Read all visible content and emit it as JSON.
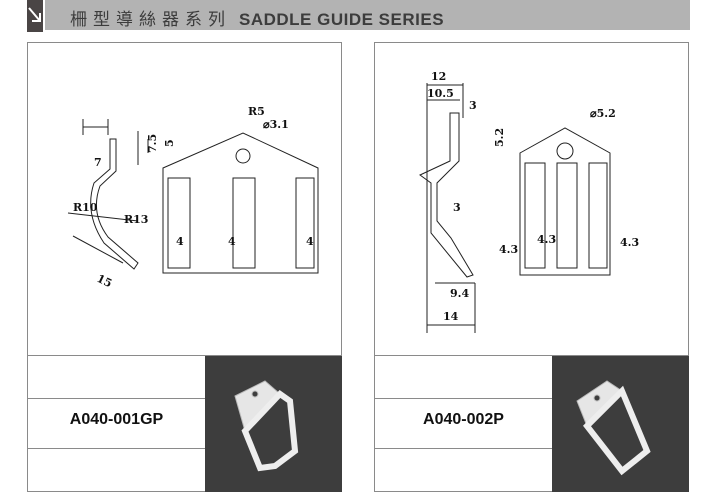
{
  "header": {
    "icon": "arrow-down-right-icon",
    "title_zh": "柵型導絲器系列",
    "title_en": "SADDLE GUIDE SERIES"
  },
  "products": [
    {
      "code": "A040-001GP",
      "dimensions": {
        "r5": "R5",
        "dia": "⌀3.1",
        "h75": "7.5",
        "h5": "5",
        "w7": "7",
        "r10": "R10",
        "r13": "R13",
        "len15": "15",
        "g1": "4",
        "g2": "4",
        "g3": "4"
      }
    },
    {
      "code": "A040-002P",
      "dimensions": {
        "w12": "12",
        "w105": "10.5",
        "t3a": "3",
        "dia": "⌀5.2",
        "h52": "5.2",
        "t3b": "3",
        "g1": "4.3",
        "g2": "4.3",
        "g3": "4.3",
        "w94": "9.4",
        "w14": "14"
      }
    }
  ]
}
